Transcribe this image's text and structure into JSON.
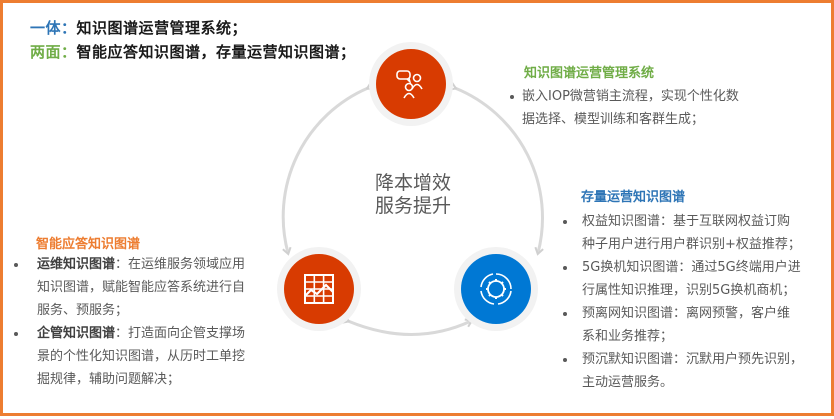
{
  "headline": {
    "line1": {
      "tag": "一体：",
      "text": "知识图谱运营管理系统；"
    },
    "line2": {
      "tag": "两面：",
      "text": "智能应答知识图谱，存量运营知识图谱；"
    }
  },
  "center": {
    "line1": "降本增效",
    "line2": "服务提升"
  },
  "nodes": {
    "top": {
      "icon": "chat-users-icon",
      "color": "#D83B01"
    },
    "left": {
      "icon": "table-chart-icon",
      "color": "#D83B01"
    },
    "right": {
      "icon": "gear-cycle-icon",
      "color": "#0078D4"
    }
  },
  "sections": {
    "management": {
      "title": "知识图谱运营管理系统",
      "color": "#70AD47",
      "bullets": [
        {
          "lines": [
            "嵌入IOP微营销主流程，实现个性化数",
            "据选择、模型训练和客群生成；"
          ]
        }
      ]
    },
    "stock": {
      "title": "存量运营知识图谱",
      "color": "#2E75B6",
      "bullets": [
        {
          "lines": [
            "权益知识图谱：基于互联网权益订购",
            "种子用户进行用户群识别+权益推荐；"
          ]
        },
        {
          "lines": [
            "5G换机知识图谱：通过5G终端用户进",
            "行属性知识推理，识别5G换机商机；"
          ]
        },
        {
          "lines": [
            "预离网知识图谱：离网预警，客户维",
            "系和业务推荐；"
          ]
        },
        {
          "lines": [
            "预沉默知识图谱：沉默用户预先识别，",
            "主动运营服务。"
          ]
        }
      ]
    },
    "qa": {
      "title": "智能应答知识图谱",
      "color": "#ED7D31",
      "bullets": [
        {
          "bold": "运维知识图谱",
          "rest": "：在运维服务领域应用",
          "lines": [
            "知识图谱，赋能智能应答系统进行自",
            "服务、预服务；"
          ]
        },
        {
          "bold": "企管知识图谱",
          "rest": "：打造面向企管支撑场",
          "lines": [
            "景的个性化知识图谱，从历时工单挖",
            "掘规律，辅助问题解决；"
          ]
        }
      ]
    }
  },
  "colors": {
    "frame": "#ED7D31",
    "accent_orange": "#D83B01",
    "accent_blue": "#0078D4",
    "arrow": "#d0d0d0"
  }
}
